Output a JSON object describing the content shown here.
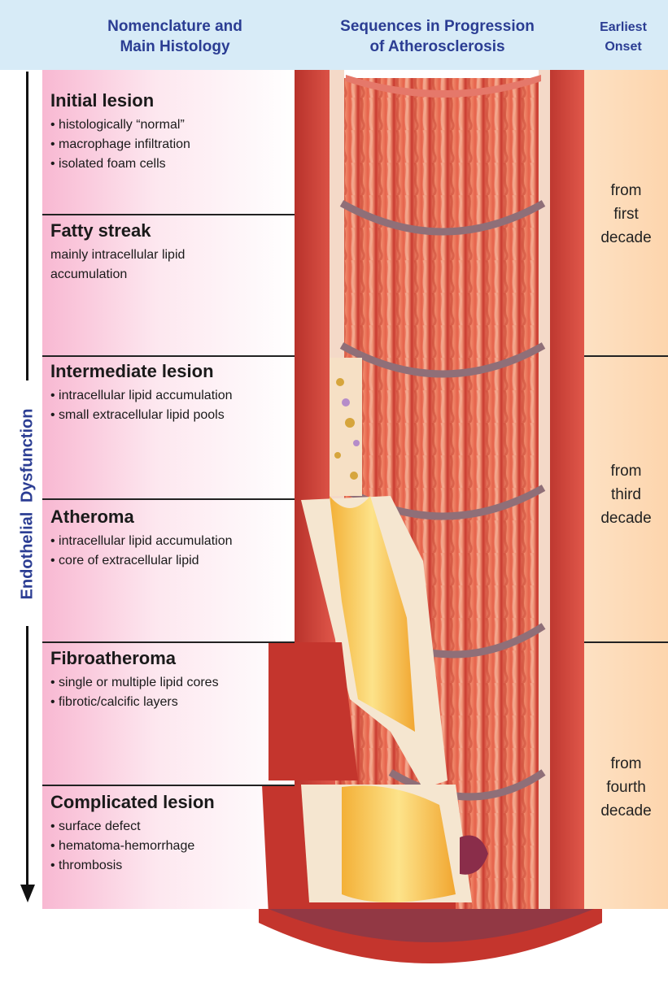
{
  "headers": {
    "nomenclature": [
      "Nomenclature and",
      "Main Histology"
    ],
    "sequences": [
      "Sequences in Progression",
      "of Atherosclerosis"
    ],
    "onset": [
      "Earliest",
      "Onset"
    ]
  },
  "side_label": "Endothelial Dysfunction",
  "stages": [
    {
      "title": "Initial lesion",
      "items": [
        "• histologically “normal”",
        "• macrophage infiltration",
        "• isolated foam cells"
      ]
    },
    {
      "title": "Fatty streak",
      "items": [
        "mainly intracellular lipid",
        "accumulation"
      ]
    },
    {
      "title": "Intermediate lesion",
      "items": [
        "• intracellular lipid accumulation",
        "• small extracellular lipid pools"
      ]
    },
    {
      "title": "Atheroma",
      "items": [
        "• intracellular lipid accumulation",
        "• core of extracellular lipid"
      ]
    },
    {
      "title": "Fibroatheroma",
      "items": [
        "• single or multiple lipid cores",
        "• fibrotic/calcific layers"
      ]
    },
    {
      "title": "Complicated lesion",
      "items": [
        "• surface defect",
        "• hematoma-hemorrhage",
        "• thrombosis"
      ]
    }
  ],
  "onsets": [
    [
      "from",
      "first",
      "decade"
    ],
    [
      "from",
      "third",
      "decade"
    ],
    [
      "from",
      "fourth",
      "decade"
    ]
  ],
  "colors": {
    "header_text": "#2b3d93",
    "header_band": "#d7ebf7",
    "vessel_wall": "#d9443a",
    "lipid_core": "#f7c64a",
    "onset_band": "#fdd5ad"
  }
}
